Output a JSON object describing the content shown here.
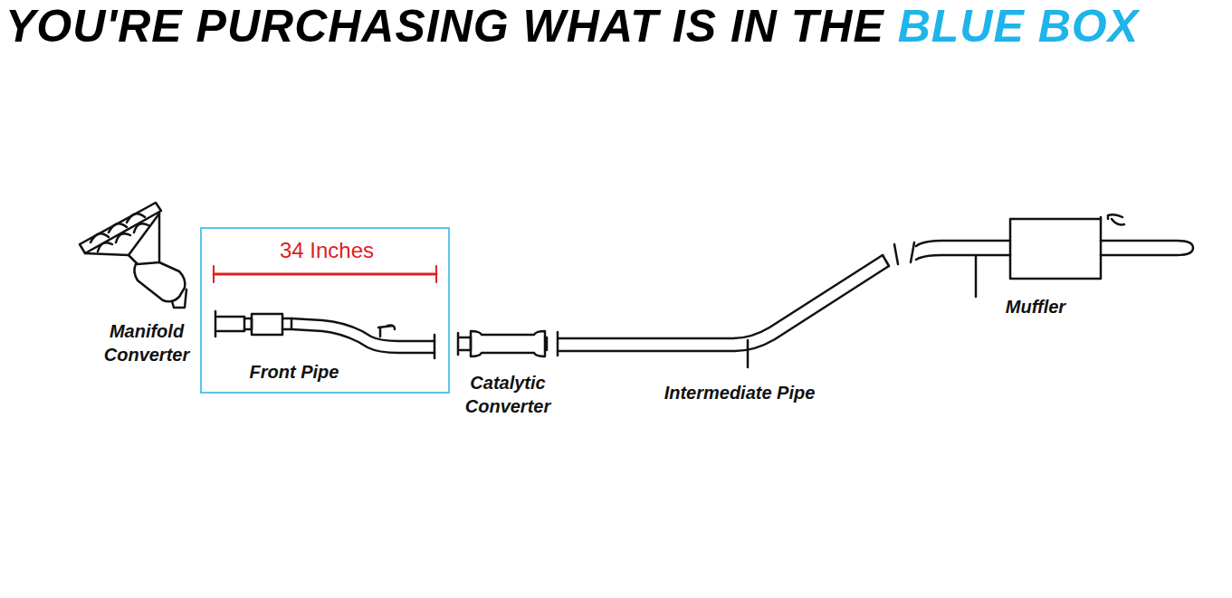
{
  "diagram": {
    "title": "YOU'RE PURCHASING WHAT IS IN THE",
    "nodes": [
      {
        "text": [
          "34 Inches",
          "Front Pipe"
        ]
      }
    ],
    "labels": [
      "BLUE BOX",
      "Manifold Converter",
      "Catalytic Converter",
      "Intermediate Pipe",
      "Muffler"
    ]
  }
}
